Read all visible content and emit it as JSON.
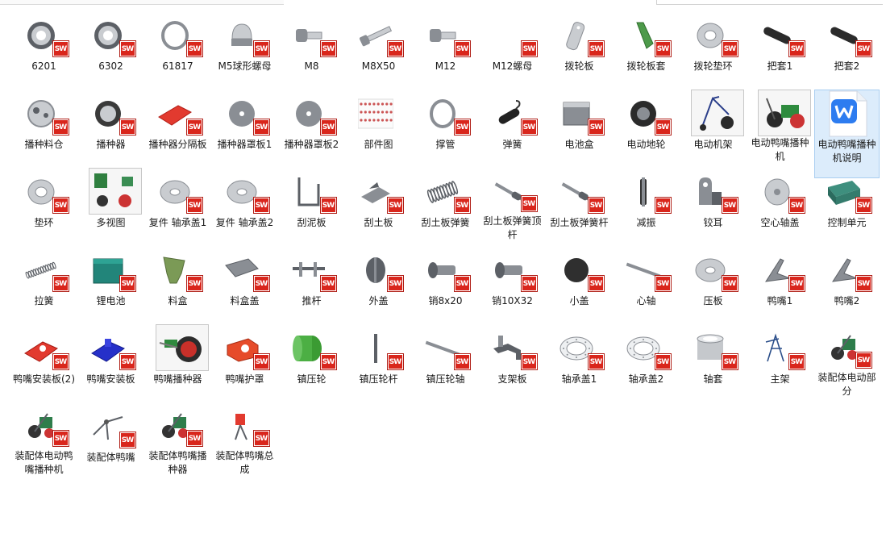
{
  "window": {
    "view": "large-icons",
    "selected_item": "电动鸭嘴播种机说明"
  },
  "colors": {
    "sw_badge": "#d9261c",
    "selection": "#dcecfb",
    "part_gray": "#8a8e94"
  },
  "items": [
    {
      "label": "6201",
      "icon": "bearing-icon",
      "badge": "SW"
    },
    {
      "label": "6302",
      "icon": "bearing-icon",
      "badge": "SW"
    },
    {
      "label": "61817",
      "icon": "thin-ring-icon",
      "badge": "SW"
    },
    {
      "label": "M5球形螺母",
      "icon": "acorn-nut-icon",
      "badge": "SW"
    },
    {
      "label": "M8",
      "icon": "bolt-icon",
      "badge": "SW"
    },
    {
      "label": "M8X50",
      "icon": "long-bolt-icon",
      "badge": "SW"
    },
    {
      "label": "M12",
      "icon": "bolt-icon",
      "badge": "SW"
    },
    {
      "label": "M12螺母",
      "icon": "blank-icon",
      "badge": "SW"
    },
    {
      "label": "拨轮板",
      "icon": "plate-icon",
      "badge": "SW"
    },
    {
      "label": "拨轮板套",
      "icon": "green-bracket-icon",
      "badge": "SW"
    },
    {
      "label": "拨轮垫环",
      "icon": "washer-icon",
      "badge": "SW"
    },
    {
      "label": "把套1",
      "icon": "grip-icon",
      "badge": "SW"
    },
    {
      "label": "把套2",
      "icon": "grip-icon",
      "badge": "SW"
    },
    {
      "label": "播种料仓",
      "icon": "wheel-icon",
      "badge": "SW"
    },
    {
      "label": "播种器",
      "icon": "seeder-drum-icon",
      "badge": "SW"
    },
    {
      "label": "播种器分隔板",
      "icon": "red-plate-icon",
      "badge": "SW"
    },
    {
      "label": "播种器罩板1",
      "icon": "disc-icon",
      "badge": "SW"
    },
    {
      "label": "播种器罩板2",
      "icon": "disc-icon",
      "badge": "SW"
    },
    {
      "label": "部件图",
      "icon": "parts-sheet-icon",
      "badge": ""
    },
    {
      "label": "撑管",
      "icon": "ring-icon",
      "badge": "SW"
    },
    {
      "label": "弹簧",
      "icon": "spring-handle-icon",
      "badge": "SW"
    },
    {
      "label": "电池盒",
      "icon": "box-icon",
      "badge": "SW"
    },
    {
      "label": "电动地轮",
      "icon": "tire-icon",
      "badge": "SW"
    },
    {
      "label": "电动机架",
      "icon": "frame-photo-icon",
      "badge": ""
    },
    {
      "label": "电动鸭嘴播种机",
      "icon": "machine-photo-icon",
      "badge": ""
    },
    {
      "label": "电动鸭嘴播种机说明",
      "icon": "wps-doc-icon",
      "badge": ""
    },
    {
      "label": "垫环",
      "icon": "washer-icon",
      "badge": "SW"
    },
    {
      "label": "多视图",
      "icon": "multiview-photo-icon",
      "badge": ""
    },
    {
      "label": "复件 轴承盖1",
      "icon": "flange-icon",
      "badge": "SW"
    },
    {
      "label": "复件 轴承盖2",
      "icon": "flange-icon",
      "badge": "SW"
    },
    {
      "label": "刮泥板",
      "icon": "u-bracket-icon",
      "badge": "SW"
    },
    {
      "label": "刮土板",
      "icon": "scraper-icon",
      "badge": "SW"
    },
    {
      "label": "刮土板弹簧",
      "icon": "coil-spring-icon",
      "badge": "SW"
    },
    {
      "label": "刮土板弹簧顶杆",
      "icon": "rod-icon",
      "badge": "SW"
    },
    {
      "label": "刮土板弹簧杆",
      "icon": "rod-icon",
      "badge": "SW"
    },
    {
      "label": "减振",
      "icon": "shock-icon",
      "badge": "SW"
    },
    {
      "label": "铰耳",
      "icon": "hinge-icon",
      "badge": "SW"
    },
    {
      "label": "空心轴盖",
      "icon": "cap-icon",
      "badge": "SW"
    },
    {
      "label": "控制单元",
      "icon": "control-unit-icon",
      "badge": "SW"
    },
    {
      "label": "拉簧",
      "icon": "tension-spring-icon",
      "badge": "SW"
    },
    {
      "label": "锂电池",
      "icon": "battery-icon",
      "badge": "SW"
    },
    {
      "label": "料盒",
      "icon": "hopper-icon",
      "badge": "SW"
    },
    {
      "label": "料盒盖",
      "icon": "lid-icon",
      "badge": "SW"
    },
    {
      "label": "推杆",
      "icon": "push-rod-icon",
      "badge": "SW"
    },
    {
      "label": "外盖",
      "icon": "outer-cap-icon",
      "badge": "SW"
    },
    {
      "label": "销8x20",
      "icon": "pin-icon",
      "badge": "SW"
    },
    {
      "label": "销10X32",
      "icon": "pin-icon",
      "badge": "SW"
    },
    {
      "label": "小盖",
      "icon": "small-cap-icon",
      "badge": "SW"
    },
    {
      "label": "心轴",
      "icon": "shaft-icon",
      "badge": "SW"
    },
    {
      "label": "压板",
      "icon": "flange-icon",
      "badge": "SW"
    },
    {
      "label": "鸭嘴1",
      "icon": "duckbill-icon",
      "badge": "SW"
    },
    {
      "label": "鸭嘴2",
      "icon": "duckbill-icon",
      "badge": "SW"
    },
    {
      "label": "鸭嘴安装板(2)",
      "icon": "red-mount-icon",
      "badge": "SW"
    },
    {
      "label": "鸭嘴安装板",
      "icon": "blue-mount-icon",
      "badge": "SW"
    },
    {
      "label": "鸭嘴播种器",
      "icon": "seeder-photo-icon",
      "badge": ""
    },
    {
      "label": "鸭嘴护罩",
      "icon": "red-guard-icon",
      "badge": "SW"
    },
    {
      "label": "镇压轮",
      "icon": "green-roller-icon",
      "badge": "SW"
    },
    {
      "label": "镇压轮杆",
      "icon": "vertical-rod-icon",
      "badge": "SW"
    },
    {
      "label": "镇压轮轴",
      "icon": "shaft-icon",
      "badge": "SW"
    },
    {
      "label": "支架板",
      "icon": "bracket-plate-icon",
      "badge": "SW"
    },
    {
      "label": "轴承盖1",
      "icon": "ring-plate-icon",
      "badge": "SW"
    },
    {
      "label": "轴承盖2",
      "icon": "ring-plate-icon",
      "badge": "SW"
    },
    {
      "label": "轴套",
      "icon": "sleeve-icon",
      "badge": "SW"
    },
    {
      "label": "主架",
      "icon": "main-frame-icon",
      "badge": "SW"
    },
    {
      "label": "装配体电动部分",
      "icon": "assembly-icon",
      "badge": "SW"
    },
    {
      "label": "装配体电动鸭嘴播种机",
      "icon": "assembly-icon",
      "badge": "SW"
    },
    {
      "label": "装配体鸭嘴",
      "icon": "duckbill-asm-icon",
      "badge": "SW"
    },
    {
      "label": "装配体鸭嘴播种器",
      "icon": "assembly-icon",
      "badge": "SW"
    },
    {
      "label": "装配体鸭嘴总成",
      "icon": "red-asm-icon",
      "badge": "SW"
    }
  ]
}
